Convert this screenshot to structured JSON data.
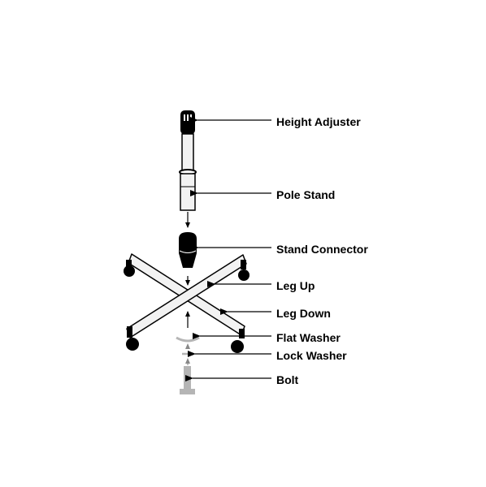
{
  "labels": {
    "height_adjuster": "Height Adjuster",
    "pole_stand": "Pole Stand",
    "stand_connector": "Stand Connector",
    "leg_up": "Leg Up",
    "leg_down": "Leg Down",
    "flat_washer": "Flat Washer",
    "lock_washer": "Lock Washer",
    "bolt": "Bolt"
  },
  "colors": {
    "ink": "#000000",
    "background": "#ffffff",
    "part_fill": "#f2f2f2",
    "hardware_gray": "#b5b5b5"
  }
}
